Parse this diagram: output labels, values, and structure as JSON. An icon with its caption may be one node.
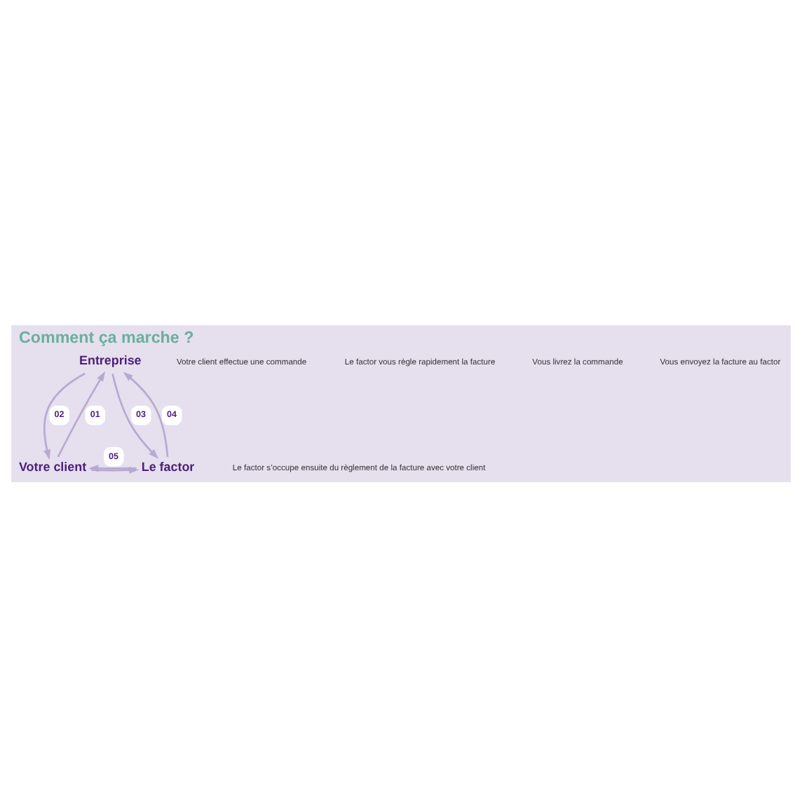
{
  "diagram": {
    "title": "Comment ça marche ?",
    "nodes": [
      {
        "text": [
          "Entreprise"
        ]
      },
      {
        "text": [
          "Votre client"
        ]
      },
      {
        "text": [
          "Le factor"
        ]
      }
    ],
    "edges": [
      {
        "from": 1,
        "to": 0,
        "arrow": "to",
        "label": "01"
      },
      {
        "from": 0,
        "to": 1,
        "arrow": "to",
        "label": "02"
      },
      {
        "from": 0,
        "to": 2,
        "arrow": "to",
        "label": "03"
      },
      {
        "from": 2,
        "to": 0,
        "arrow": "to",
        "label": "04"
      },
      {
        "from": 1,
        "to": 2,
        "arrow": "to"
      },
      {
        "from": 2,
        "to": 1,
        "arrow": "to",
        "label": "05"
      }
    ],
    "labels": [
      "Votre client effectue une commande",
      "Le factor vous règle rapidement la facture",
      "Vous livrez la commande",
      "Vous envoyez la facture au factor",
      "Le factor s’occupe ensuite du règlement de la facture avec votre client"
    ]
  }
}
